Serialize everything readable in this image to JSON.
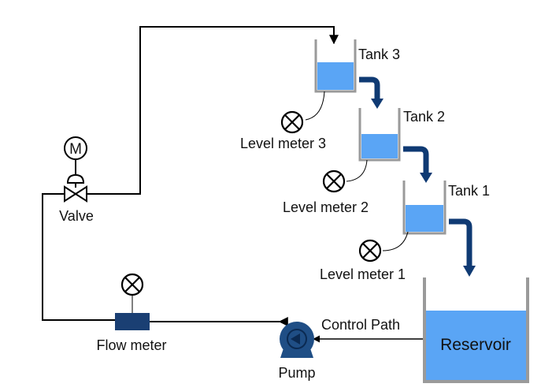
{
  "tanks": [
    {
      "label": "Tank 3",
      "meter_label": "Level meter 3"
    },
    {
      "label": "Tank 2",
      "meter_label": "Level meter 2"
    },
    {
      "label": "Tank 1",
      "meter_label": "Level meter 1"
    }
  ],
  "reservoir": {
    "label": "Reservoir"
  },
  "pump": {
    "label": "Pump"
  },
  "flow_meter": {
    "label": "Flow meter"
  },
  "valve": {
    "label": "Valve",
    "actuator_symbol": "M"
  },
  "control_path": {
    "label": "Control Path"
  },
  "colors": {
    "water": "#5aa5f5",
    "tank_wall": "#9a9a9a",
    "arrow": "#0f3a73",
    "pump": "#1f4e85",
    "flow_meter": "#1a3f73",
    "line": "#000000"
  },
  "icons": [
    "meter-cross-icon",
    "motor-icon",
    "valve-icon",
    "pump-icon",
    "flow-direction-arrow-icon"
  ]
}
